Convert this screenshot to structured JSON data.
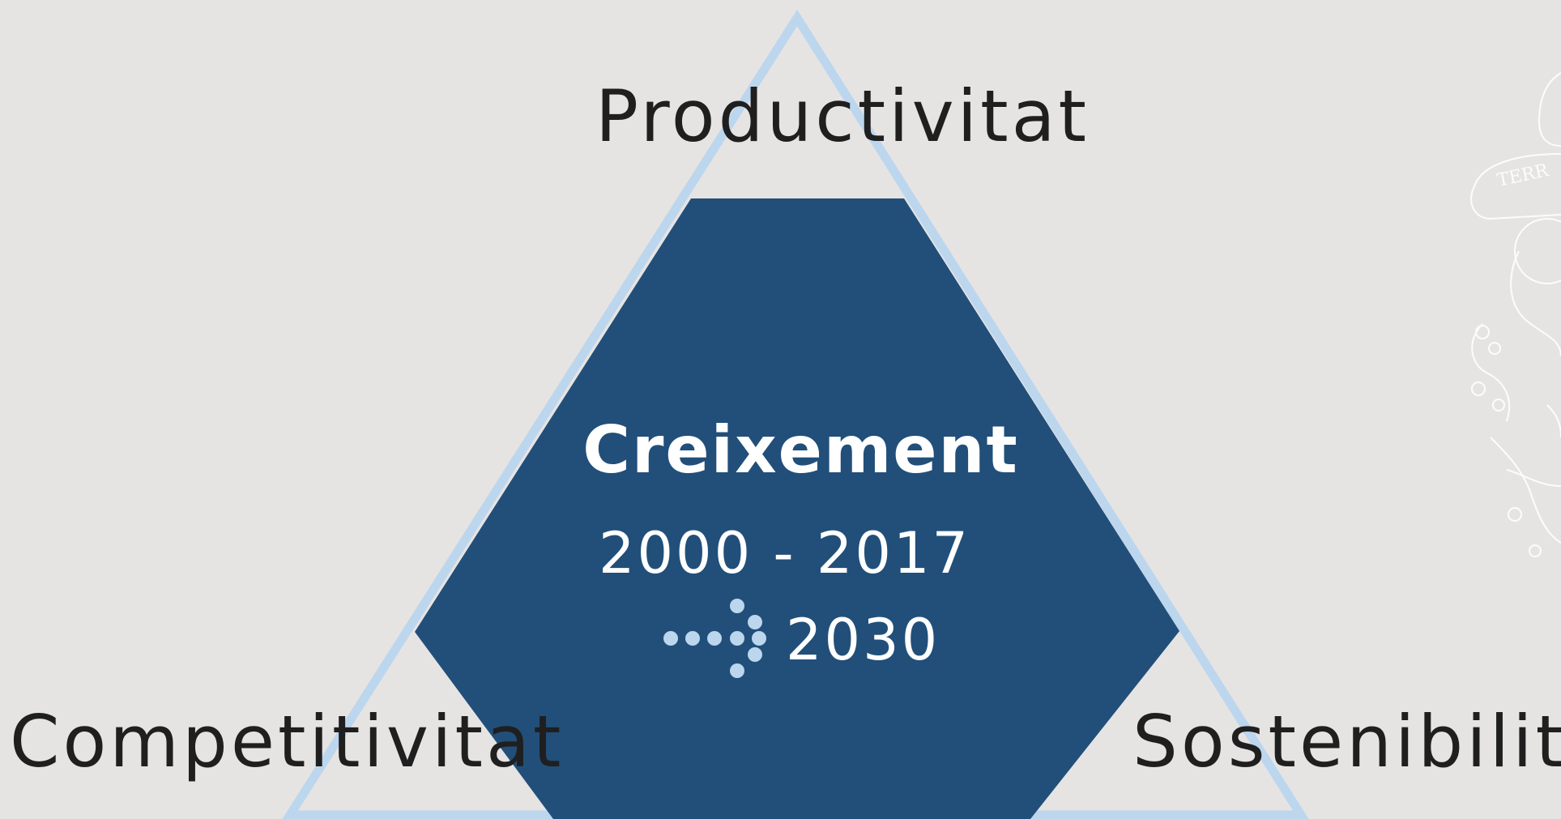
{
  "diagram": {
    "vertices": {
      "top": "Productivitat",
      "bottom_left": "Competitivitat",
      "bottom_right": "Sostenibilitat"
    },
    "center": {
      "title": "Creixement",
      "period": "2000 - 2017",
      "target_year": "2030"
    },
    "target_icon": "dotted-arrow-icon",
    "watermark_icon": "seal-watermark-icon",
    "watermark_text": "TERR",
    "colors": {
      "background": "#e6e4e3",
      "triangle_outline": "#bcd6ee",
      "hexagon_fill": "#214f7a",
      "arrow_dots": "#bcd6ee",
      "label_text": "#1f1f1f",
      "center_text": "#ffffff"
    }
  }
}
